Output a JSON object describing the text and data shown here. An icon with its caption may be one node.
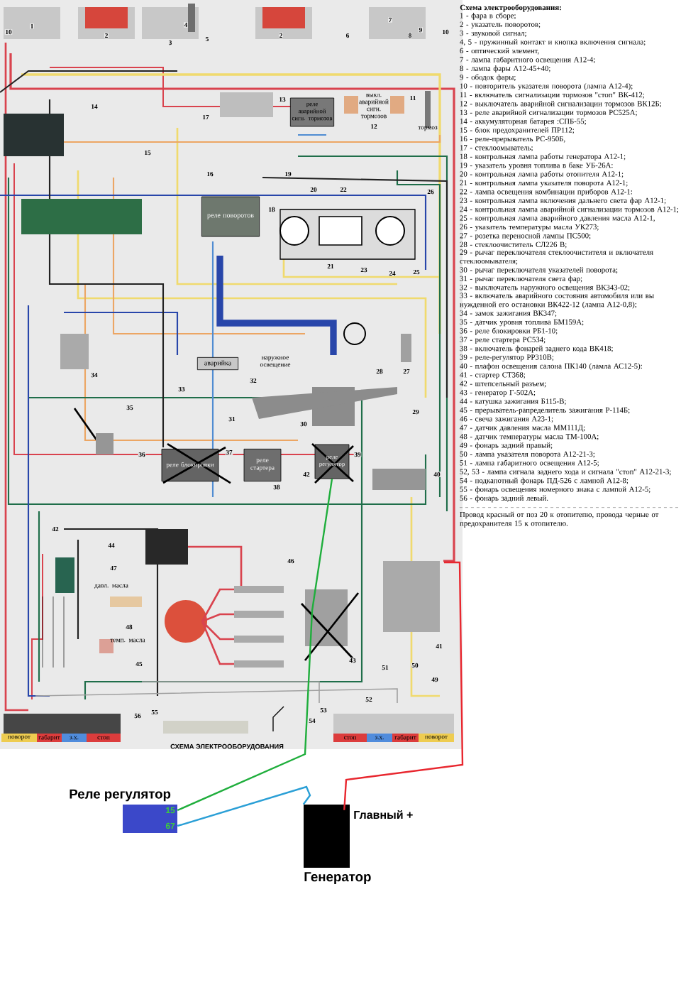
{
  "diagram": {
    "title": "Схема электрооборудования:",
    "caption": "СХЕМА ЭЛЕКТРООБОРУДОВАНИЯ",
    "nodes": [
      {
        "text": [
          "реле аварийной сигн. тормозов"
        ]
      },
      {
        "text": [
          "реле поворотов"
        ]
      },
      {
        "text": [
          "аварийка"
        ]
      },
      {
        "text": [
          "реле блокировки"
        ]
      },
      {
        "text": [
          "реле стартера"
        ]
      },
      {
        "text": [
          "реле регулятор"
        ]
      },
      {
        "text": [
          "поворот"
        ]
      },
      {
        "text": [
          "габарит"
        ]
      },
      {
        "text": [
          "з.х."
        ]
      },
      {
        "text": [
          "стоп"
        ]
      },
      {
        "text": [
          "стоп"
        ]
      },
      {
        "text": [
          "з.х."
        ]
      },
      {
        "text": [
          "габарит"
        ]
      },
      {
        "text": [
          "поворот"
        ]
      },
      {
        "text": [
          "Реле регулятор",
          "15",
          "67"
        ]
      },
      {
        "text": [
          "Генератор"
        ],
        "beside": [
          "Главный +"
        ]
      }
    ],
    "edges": [
      {
        "from": 14,
        "to": 5,
        "arrow": "none",
        "color": "#1fae3c"
      },
      {
        "from": 14,
        "to": 15,
        "arrow": "none",
        "color": "#2a9fd6"
      },
      {
        "from": 15,
        "to": null,
        "arrow": "none",
        "color": "#e8262e"
      }
    ],
    "labels": [
      "10",
      "1",
      "2",
      "3",
      "4",
      "5",
      "2",
      "6",
      "7",
      "8",
      "9",
      "10",
      "14",
      "17",
      "13",
      "12",
      "11",
      "15",
      "16",
      "19",
      "20",
      "22",
      "26",
      "18",
      "21",
      "23",
      "24",
      "25",
      "34",
      "28",
      "27",
      "32",
      "33",
      "31",
      "30",
      "29",
      "35",
      "37",
      "36",
      "39",
      "42",
      "40",
      "38",
      "42",
      "44",
      "46",
      "47",
      "48",
      "41",
      "43",
      "45",
      "51",
      "50",
      "49",
      "53",
      "52",
      "55",
      "56",
      "54",
      "выкл. аварийной сигн. тормозов",
      "тормоз",
      "наружное освещение",
      "давл. масла",
      "темп. масла",
      "1 - фара в сборе;",
      "2 - указатель поворотов;",
      "3 - звуковой сигнал;",
      "4, 5 - пружинный контакт и кнопка включения сигнала;",
      "6 - оптический элемент,",
      "7 - лампа габаритного освещения А12-4;",
      "8 - лампа фары А12-45+40;",
      "9 - ободок фары;",
      "10 - повторитель указателя поворота (лампа А12-4);",
      "11 - включатель сигнализации тормозов \"стоп\" ВК-412;",
      "12 - выключатель аварийной сигнализации тормозов ВК12Б;",
      "13 - реле аварийной сигнализации тормозов РС525А;",
      "14 - аккумуляторная батарея :СПБ-55;",
      "15 - блок предохранителей ПР112;",
      "16 - реле-прерыватель РС-950Б,",
      "17 - стеклоомыватель;",
      "18 - контрольная лампа работы генератора А12-1;",
      "19 - указатель уровня топлива в баке УБ-26А:",
      "20 - контрольная лампа работы отопителя А12-1;",
      "21 - контрольная лампа указателя поворота А12-1;",
      "22 - лампа освещения комбинации приборов А12-1:",
      "23 - контрольная лампа включения дальнего света фар А12-1;",
      "24 - контрольная лампа аварийной сигнализации тормозов А12-1;",
      "25 - контрольная лампа аварийного давления масла А12-1,",
      "26 - указатель температуры масла УК273;",
      "27 - розетка переносной лампы ПС500;",
      "28 - стеклоочиститель СЛ226 В;",
      "29 - рычаг переключателя стеклоочистителя и включателя стеклоомывателя;",
      "30 - рычаг переключателя указателей поворота;",
      "31 - рычаг переключателя света фар;",
      "32 - выключатель наружного освещения ВК343-02;",
      "33 - включатель аварийного состояния автомобиля или вы нужденной его остановки ВК422-12 (лампа А12-0,8);",
      "34 - замок зажигания ВК347;",
      "35 - датчик уровня топлива БМ159А;",
      "36 - реле блокировки РБ1-10;",
      "37 - реле стартера РС534;",
      "38 - включатель фонарей заднего кода ВК418;",
      "39 - реле-регулятор РР310В;",
      "40 - плафон освещения салона ПК140 (ламла АС12-5):",
      "41 - стартер СТ368;",
      "42 - штепсельный разъем;",
      "43 - генератор Г-502А;",
      "44 - катушка зажигания Б115-В;",
      "45 - прерыватель-рапределитель зажигания Р-114Б;",
      "46 - свеча зажигания А23-1;",
      "47 - датчик давления масла ММ111Д;",
      "48 - датчик температуры масла ТМ-100А;",
      "49 - фонарь задний правый;",
      "50 - лампа указателя поворота А12-21-3;",
      "51 - лампа габаритного освещения А12-5;",
      "52, 53 - лампа сигнала заднего хода и сигнала \"стоп\" А12-21-3;",
      "54 - подкапотный фонарь ПД-526 с лампой А12-8;",
      "55 - фонарь освещения номерного знака с лампой А12-5;",
      "56 - фонарь задний левый.",
      "Провод красный от поз 20 к отопитепю, провода черные от предохранителя 15 к отопителю."
    ]
  }
}
